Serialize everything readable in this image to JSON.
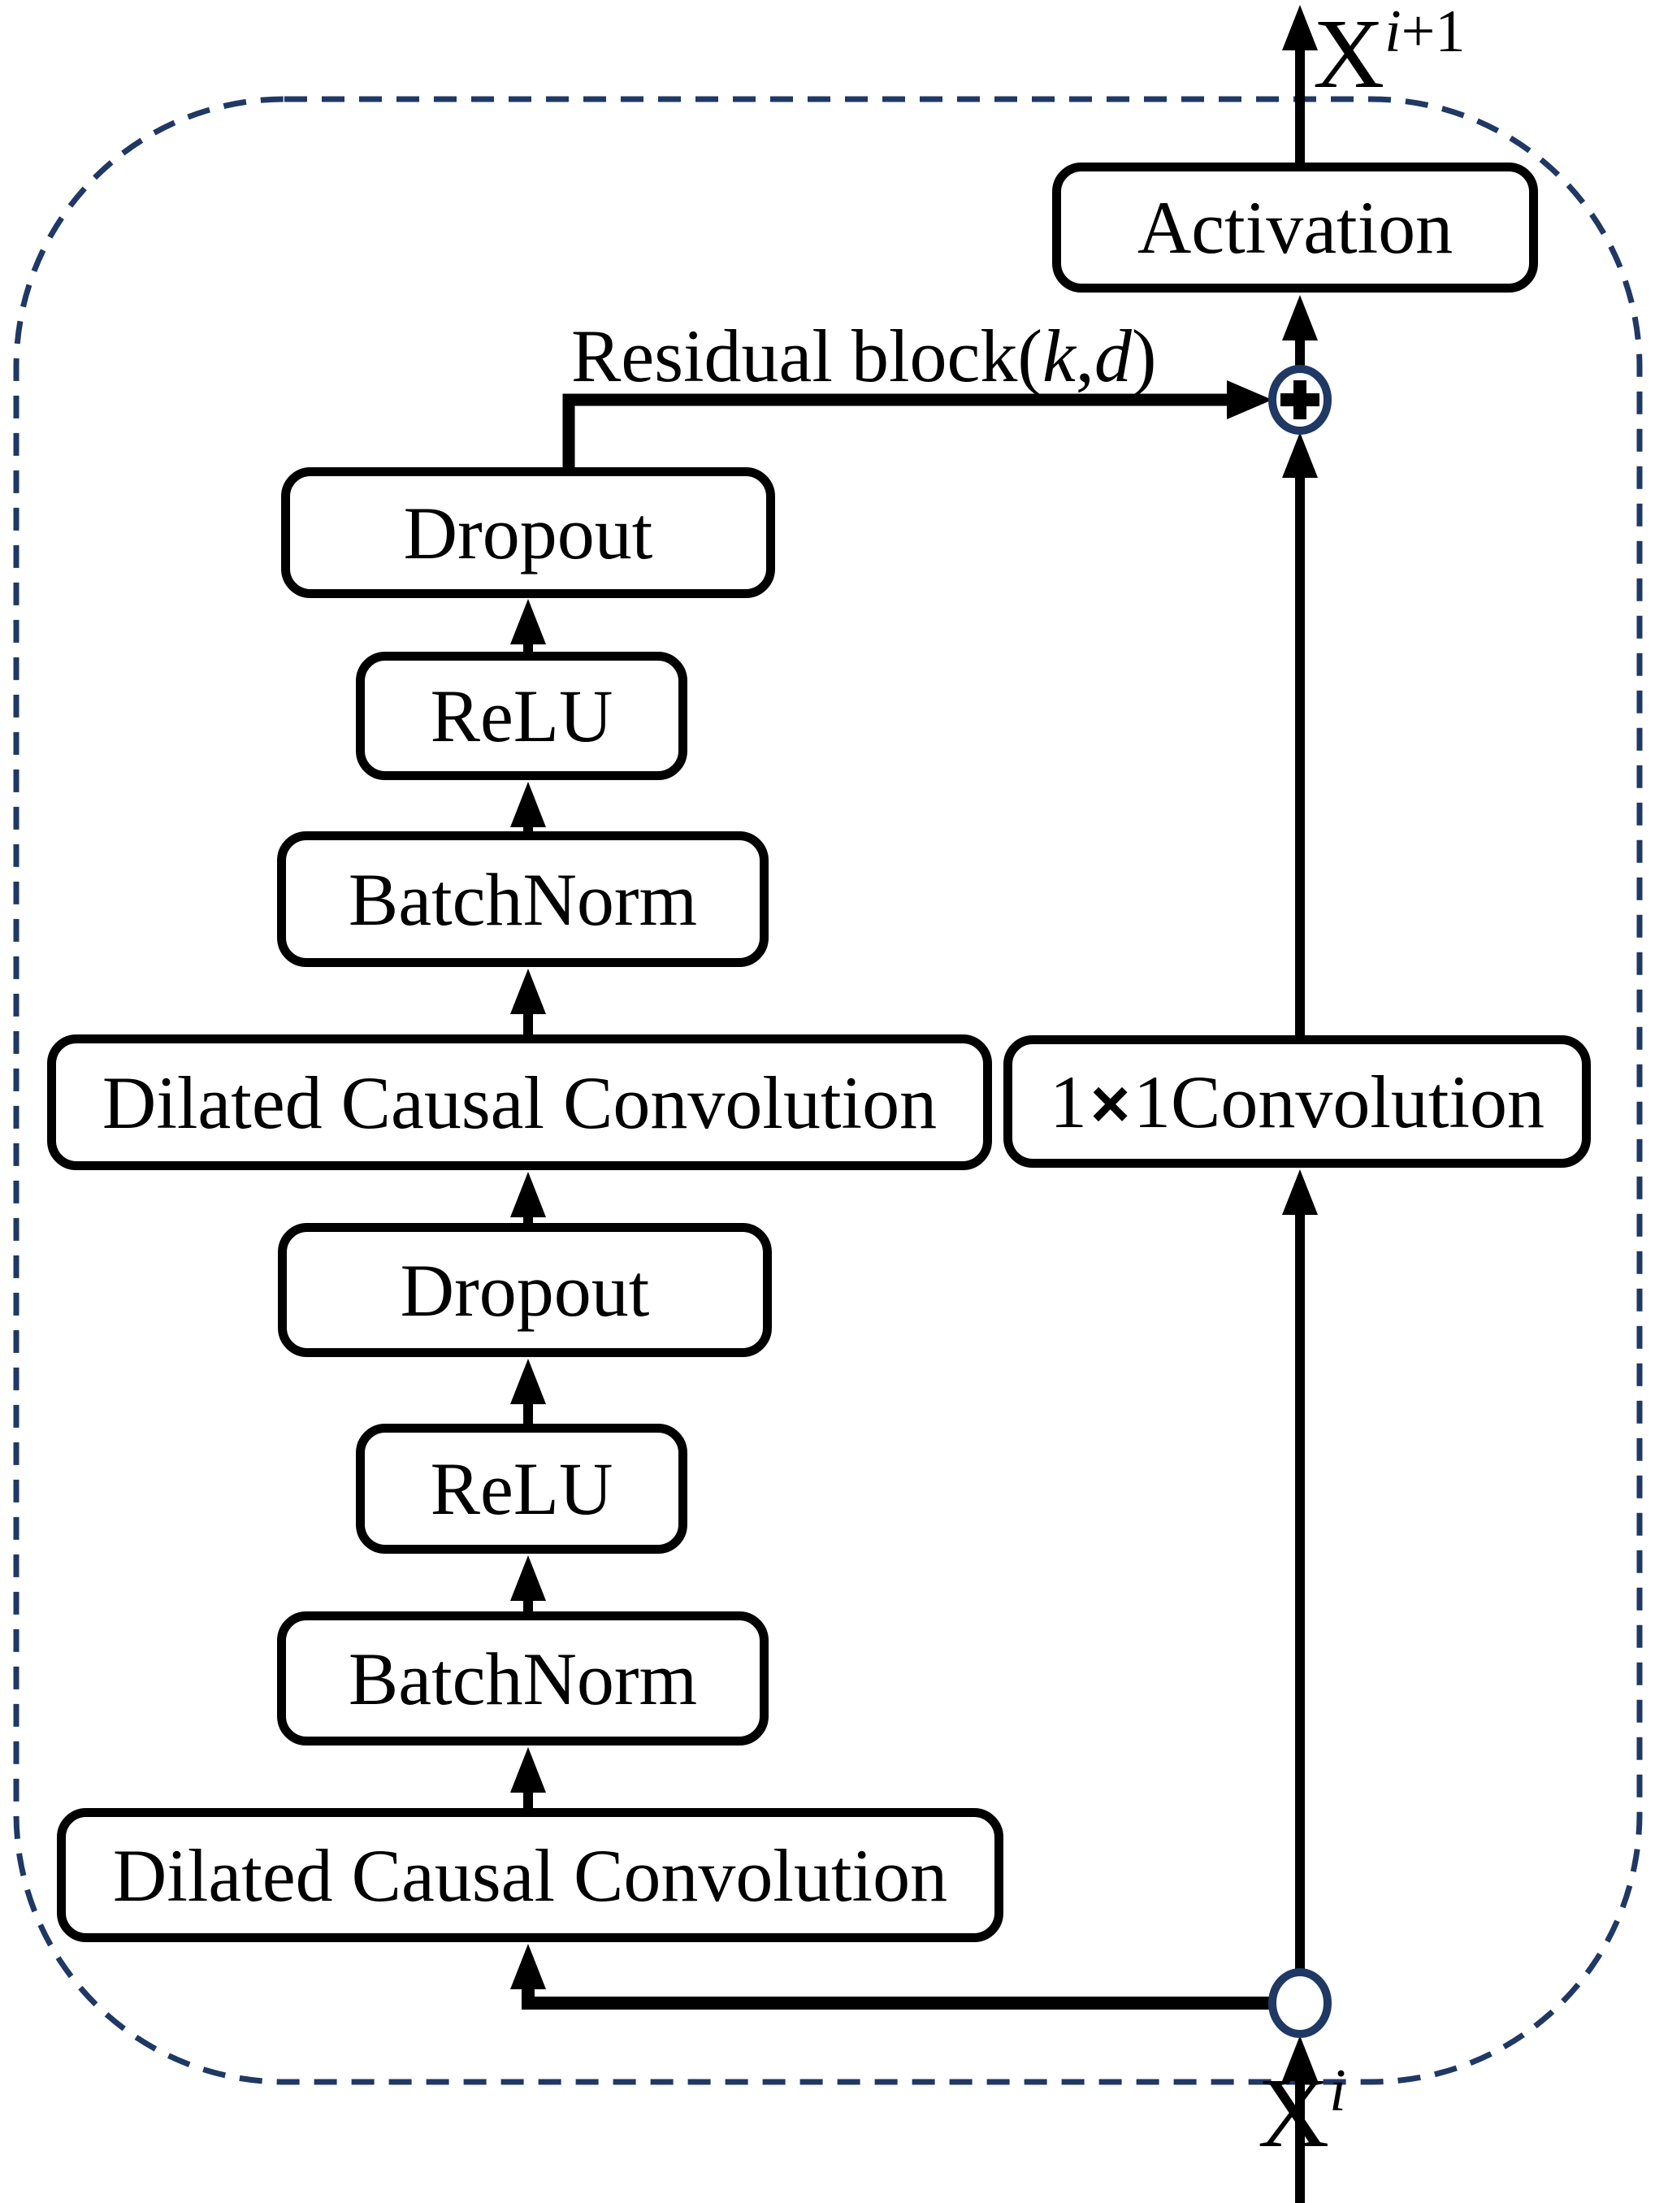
{
  "labels": {
    "output_base": "X",
    "output_sup_i": "i",
    "output_sup_rest": "+1",
    "input_base": "X",
    "input_sup_i": "i",
    "residual_prefix": "Residual block(",
    "residual_k": "k",
    "residual_comma": ",",
    "residual_d": "d",
    "residual_close": ")"
  },
  "boxes": {
    "activation": "Activation",
    "dropout_upper": "Dropout",
    "relu_upper": "ReLU",
    "batchnorm_upper": "BatchNorm",
    "dilated_upper": "Dilated Causal Convolution",
    "conv1x1_pre": "1",
    "conv1x1_times": "×",
    "conv1x1_post": "1Convolution",
    "dropout_lower": "Dropout",
    "relu_lower": "ReLU",
    "batchnorm_lower": "BatchNorm",
    "dilated_lower": "Dilated Causal Convolution"
  },
  "icons": {
    "add_node": "plus-in-circle",
    "split_node": "open-circle"
  },
  "colors": {
    "accent_navy": "#1F3864",
    "line_black": "#000000",
    "background": "#FFFFFF"
  }
}
